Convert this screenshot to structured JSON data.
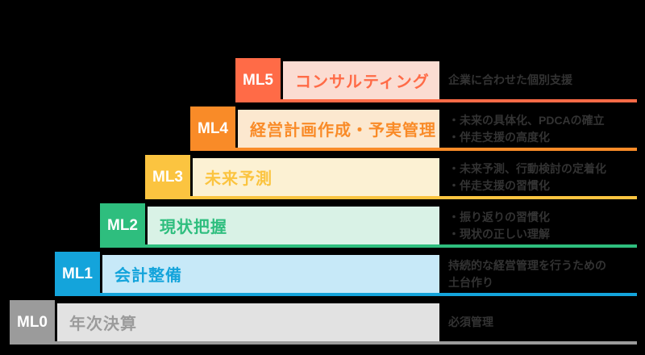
{
  "diagram": {
    "background_color": "#000000",
    "description_text_color": "#333333",
    "badge_text_color": "#ffffff"
  },
  "levels": [
    {
      "label": "ML5",
      "title": "コンサルティング",
      "desc": [
        "企業に合わせた個別支援"
      ],
      "color": "#FF6B47",
      "tint": "#FBDCD2"
    },
    {
      "label": "ML4",
      "title": "経営計画作成・予実管理",
      "desc": [
        "・未来の具体化、PDCAの確立",
        "・伴走支援の高度化"
      ],
      "color": "#F98B28",
      "tint": "#FCE8CF"
    },
    {
      "label": "ML3",
      "title": "未来予測",
      "desc": [
        "・未来予測、行動検討の定着化",
        "・伴走支援の習慣化"
      ],
      "color": "#FBC440",
      "tint": "#FCF1D3"
    },
    {
      "label": "ML2",
      "title": "現状把握",
      "desc": [
        "・振り返りの習慣化",
        "・現状の正しい理解"
      ],
      "color": "#2EBE7E",
      "tint": "#D9F2E6"
    },
    {
      "label": "ML1",
      "title": "会計整備",
      "desc": [
        "持続的な経営管理を行うための",
        "土台作り"
      ],
      "color": "#14A4DB",
      "tint": "#C7E9F8"
    },
    {
      "label": "ML0",
      "title": "年次決算",
      "desc": [
        "必須管理"
      ],
      "color": "#9B9B9B",
      "tint": "#E2E2E2"
    }
  ]
}
